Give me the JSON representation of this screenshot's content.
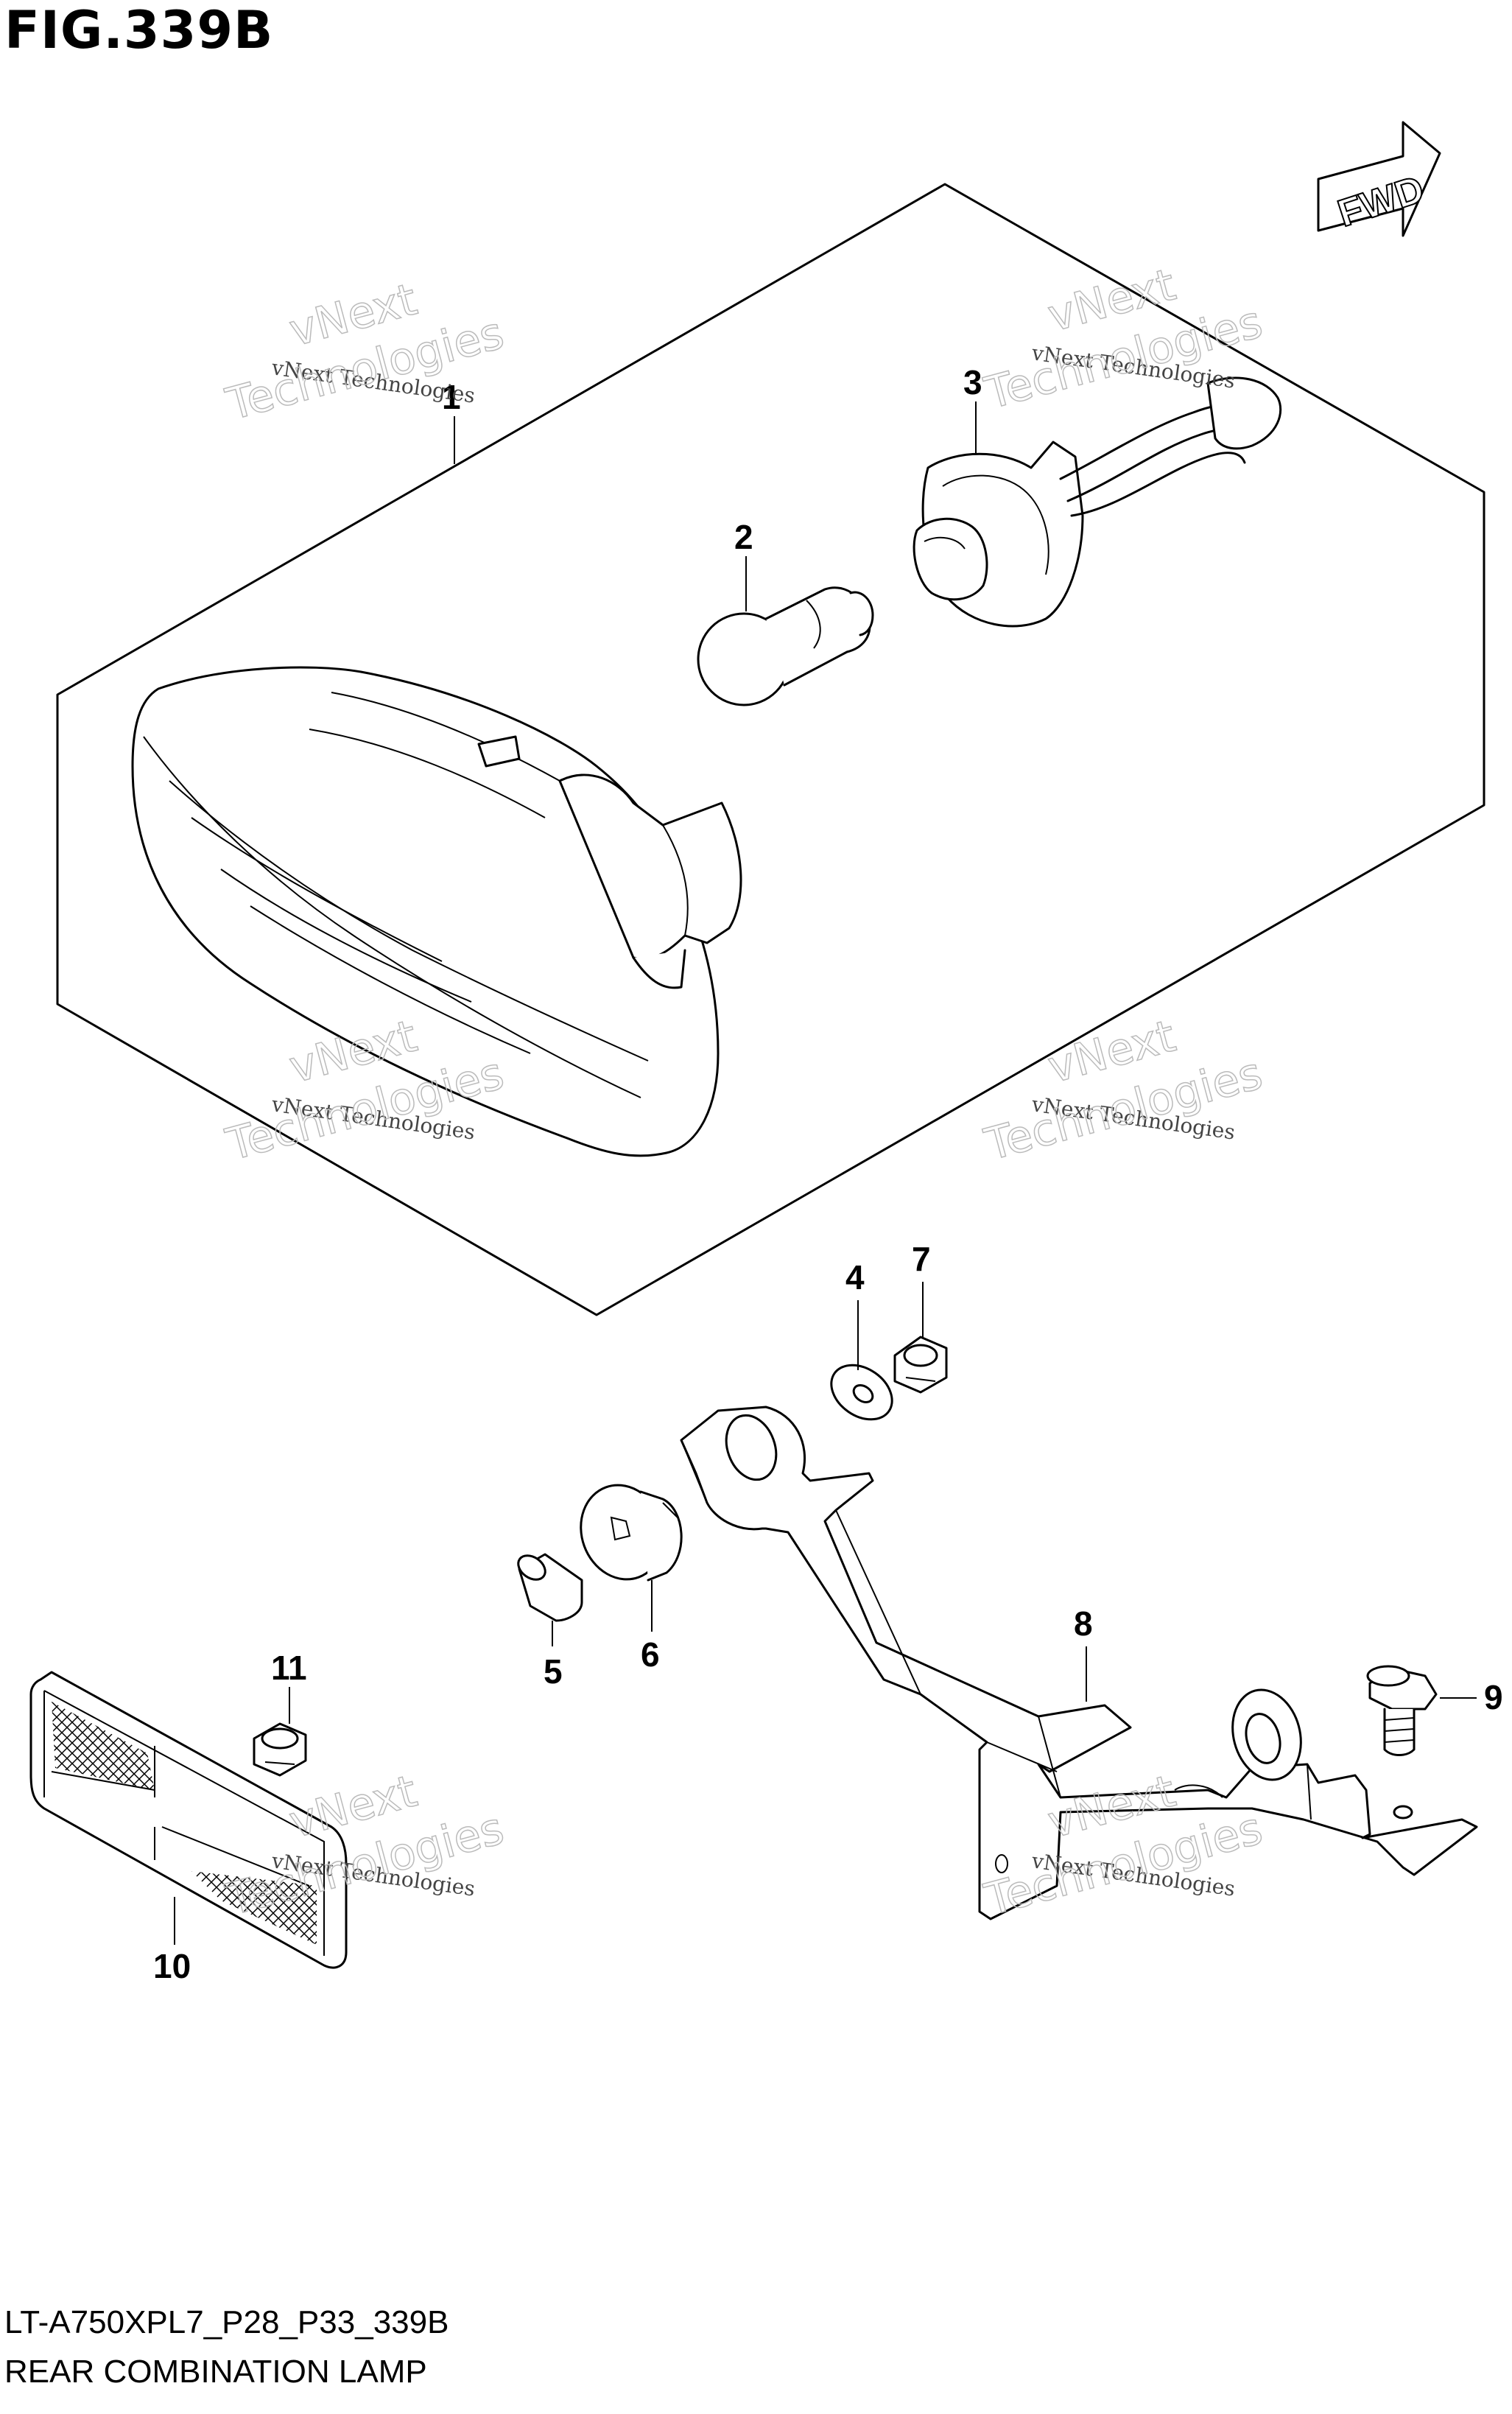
{
  "figure": {
    "title": "FIG.339B",
    "code": "LT-A750XPL7_P28_P33_339B",
    "name": "REAR COMBINATION LAMP"
  },
  "direction_arrow": {
    "label": "FWD"
  },
  "watermark": {
    "line1": "vNext Technologies",
    "line2": "vNext",
    "line3": "Technologies"
  },
  "callouts": [
    {
      "id": "c1",
      "label": "1"
    },
    {
      "id": "c2",
      "label": "2"
    },
    {
      "id": "c3",
      "label": "3"
    },
    {
      "id": "c4",
      "label": "4"
    },
    {
      "id": "c5",
      "label": "5"
    },
    {
      "id": "c6",
      "label": "6"
    },
    {
      "id": "c7",
      "label": "7"
    },
    {
      "id": "c8",
      "label": "8"
    },
    {
      "id": "c9",
      "label": "9"
    },
    {
      "id": "c10",
      "label": "10"
    },
    {
      "id": "c11",
      "label": "11"
    }
  ],
  "parts": [
    {
      "ref": "1",
      "name": "rear-combination-lamp-assembly"
    },
    {
      "ref": "2",
      "name": "bulb"
    },
    {
      "ref": "3",
      "name": "bulb-socket"
    },
    {
      "ref": "4",
      "name": "washer"
    },
    {
      "ref": "5",
      "name": "collar"
    },
    {
      "ref": "6",
      "name": "cushion"
    },
    {
      "ref": "7",
      "name": "nut"
    },
    {
      "ref": "8",
      "name": "lamp-bracket"
    },
    {
      "ref": "9",
      "name": "bolt"
    },
    {
      "ref": "10",
      "name": "reflex-reflector"
    },
    {
      "ref": "11",
      "name": "nut"
    }
  ]
}
